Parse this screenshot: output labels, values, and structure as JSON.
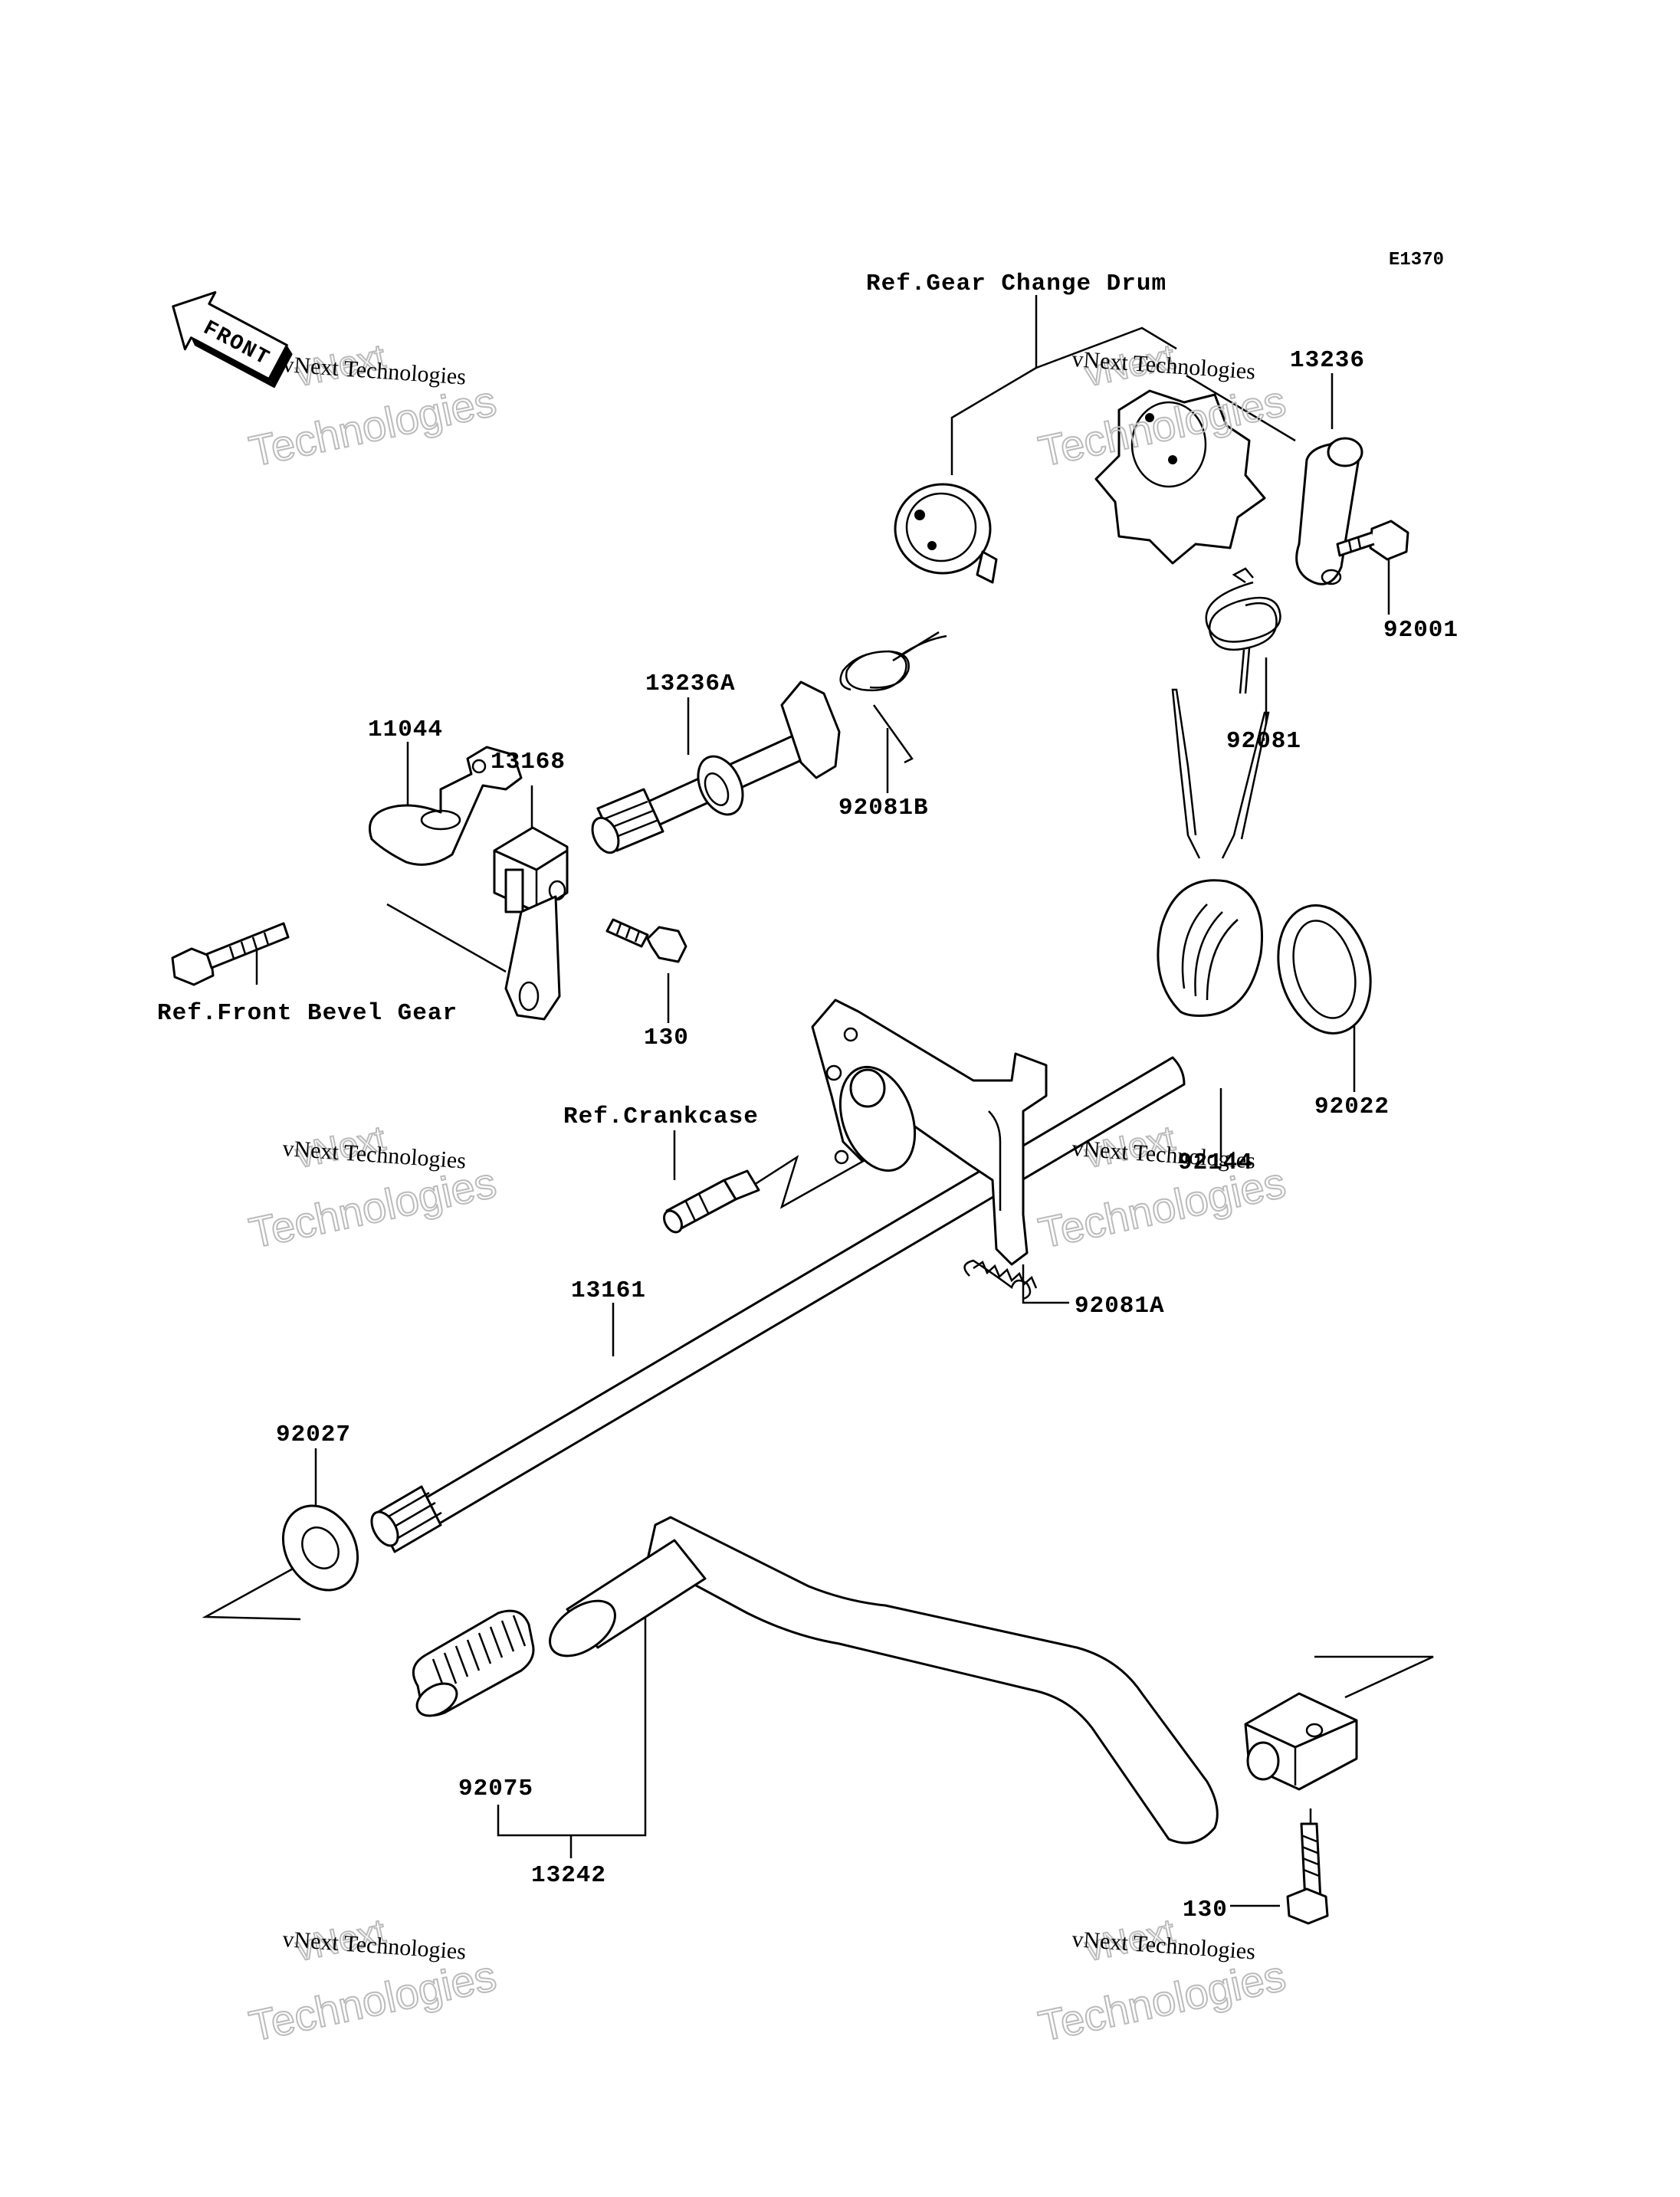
{
  "diagram_code": "E1370",
  "front_arrow_label": "FRONT",
  "references": {
    "gear_change_drum": "Ref.Gear Change Drum",
    "front_bevel_gear": "Ref.Front Bevel Gear",
    "crankcase": "Ref.Crankcase"
  },
  "part_numbers": {
    "p13236": "13236",
    "p92001": "92001",
    "p92081": "92081",
    "p13236A": "13236A",
    "p92081B": "92081B",
    "p11044": "11044",
    "p13168": "13168",
    "p130_upper": "130",
    "p92022": "92022",
    "p92144": "92144",
    "p92081A": "92081A",
    "p13161": "13161",
    "p92027": "92027",
    "p92075": "92075",
    "p13242": "13242",
    "p130_lower": "130"
  },
  "watermark": {
    "brand": "vNext",
    "company": "vNext Technologies",
    "word": "Technologies"
  }
}
